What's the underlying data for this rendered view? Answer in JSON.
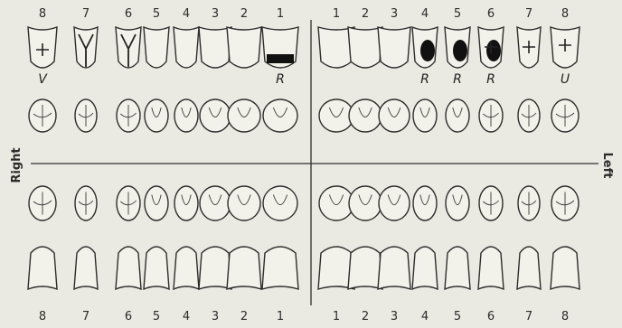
{
  "side_labels": {
    "right": "Right",
    "left": "Left"
  },
  "tooth_numbers_right": [
    "8",
    "7",
    "6",
    "5",
    "4",
    "3",
    "2",
    "1"
  ],
  "tooth_numbers_left": [
    "1",
    "2",
    "3",
    "4",
    "5",
    "6",
    "7",
    "8"
  ],
  "upper_right_marks": [
    "V",
    "",
    "",
    "",
    "",
    "",
    "",
    "R"
  ],
  "upper_left_marks": [
    "",
    "",
    "",
    "R",
    "R",
    "R",
    "",
    "U"
  ],
  "fills": {
    "amalgam": "#111111",
    "paper": "#ebeae2"
  }
}
